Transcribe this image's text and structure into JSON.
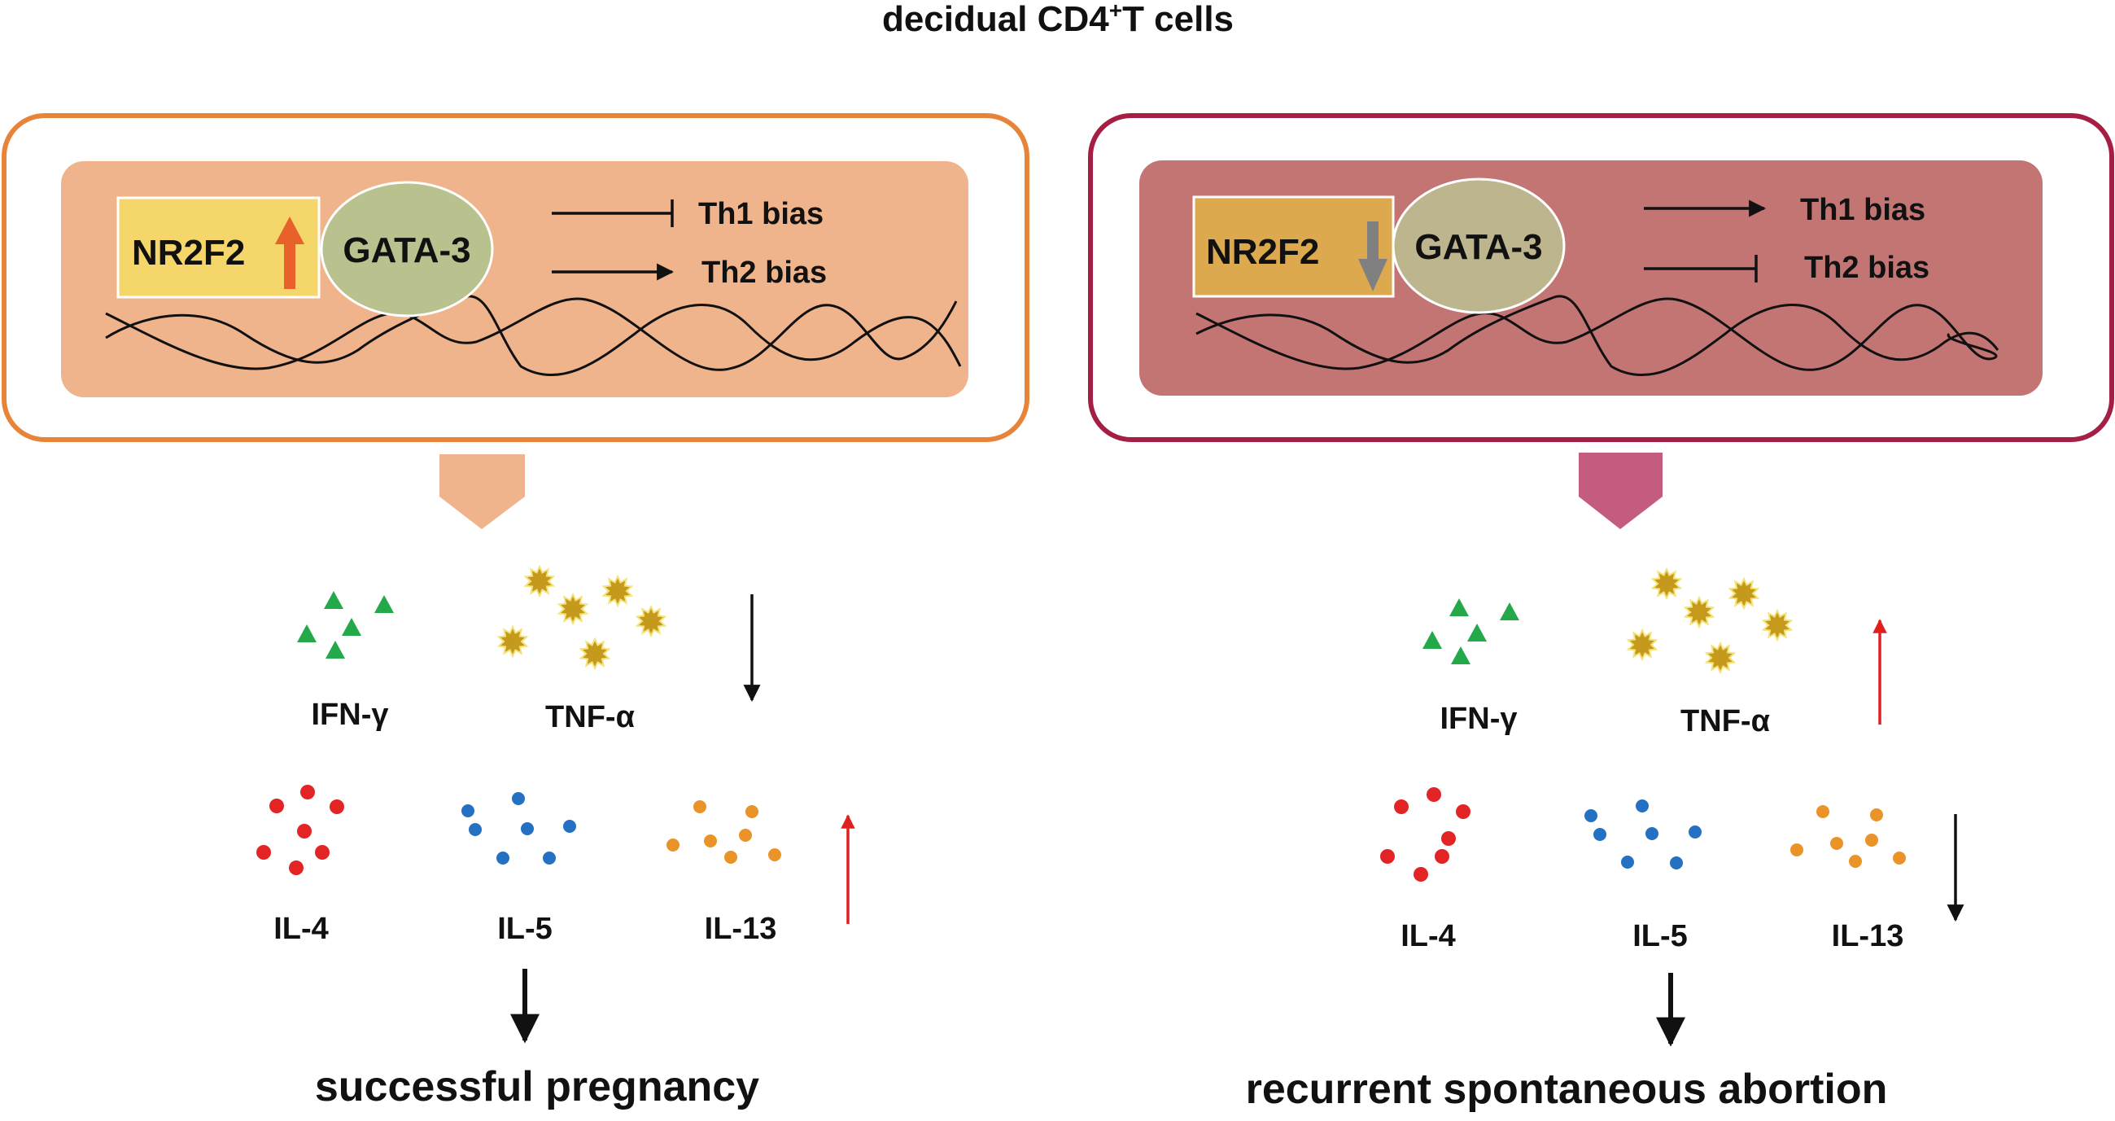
{
  "title": {
    "prefix": "decidual CD4",
    "superscript": "+",
    "suffix": "T cells"
  },
  "panels": [
    {
      "id": "left",
      "border_color": "#e8843a",
      "fill_color": "#f0b48c",
      "factor_box_color": "#f5d66a",
      "factor_label": "NR2F2",
      "factor_direction": "up",
      "factor_arrow_color": "#e8602a",
      "partner_label": "GATA-3",
      "partner_color": "#b9c18e",
      "th1_label": "Th1 bias",
      "th1_relation": "inhibit",
      "th2_label": "Th2 bias",
      "th2_relation": "promote",
      "flow_arrow_color": "#f0b48c",
      "th1_cytokines": [
        "IFN-γ",
        "TNF-α"
      ],
      "th1_trend": "down",
      "th1_trend_color": "#111111",
      "th2_cytokines": [
        "IL-4",
        "IL-5",
        "IL-13"
      ],
      "th2_trend": "up",
      "th2_trend_color": "#e02020",
      "outcome": "successful pregnancy"
    },
    {
      "id": "right",
      "border_color": "#a51f45",
      "fill_color": "#c37574",
      "factor_box_color": "#dca94e",
      "factor_label": "NR2F2",
      "factor_direction": "down",
      "factor_arrow_color": "#808080",
      "partner_label": "GATA-3",
      "partner_color": "#bdb58e",
      "th1_label": "Th1 bias",
      "th1_relation": "promote",
      "th2_label": "Th2 bias",
      "th2_relation": "inhibit",
      "flow_arrow_color": "#c45c80",
      "th1_cytokines": [
        "IFN-γ",
        "TNF-α"
      ],
      "th1_trend": "up",
      "th1_trend_color": "#e02020",
      "th2_cytokines": [
        "IL-4",
        "IL-5",
        "IL-13"
      ],
      "th2_trend": "down",
      "th2_trend_color": "#111111",
      "outcome": "recurrent spontaneous abortion"
    }
  ],
  "colors": {
    "ifn_gamma": "#23a84a",
    "tnf_alpha": "#c59a1c",
    "il4": "#e22424",
    "il5": "#2470c2",
    "il13": "#ea9329"
  }
}
